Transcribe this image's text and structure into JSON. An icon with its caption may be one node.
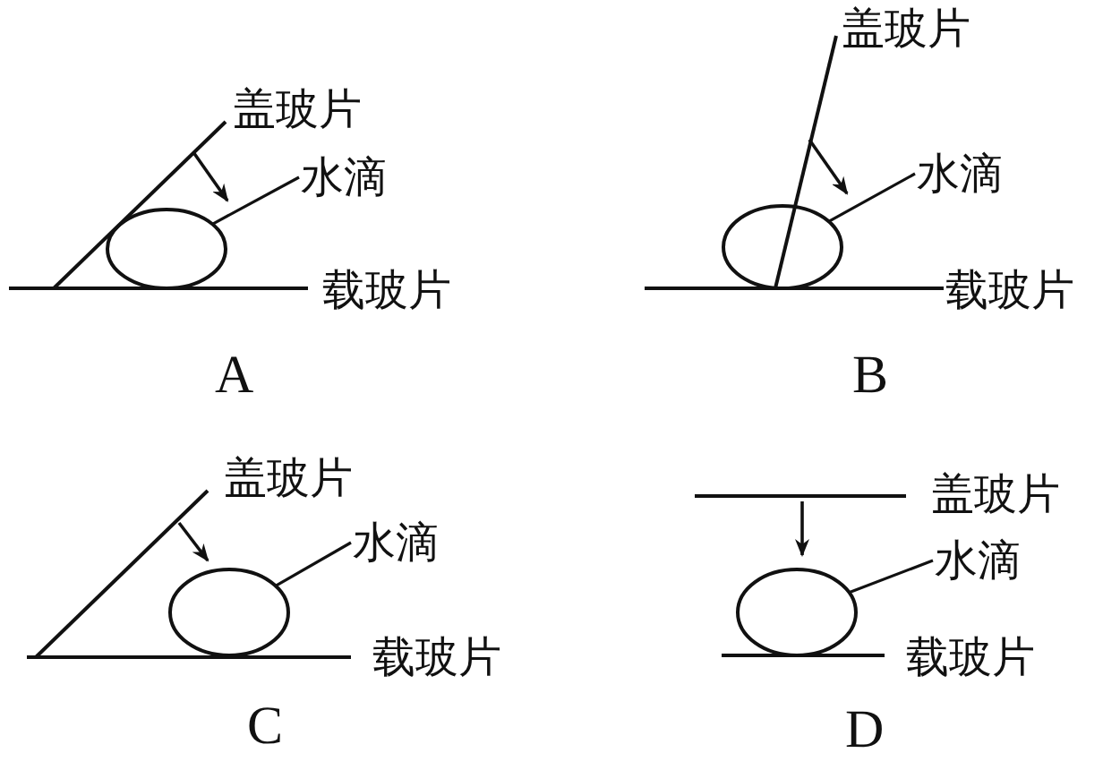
{
  "diagram": {
    "nodes": [
      {
        "text": [
          "水滴"
        ]
      },
      {
        "text": [],
        "shape": "circle"
      },
      {
        "text": [
          "水滴"
        ]
      },
      {
        "text": [],
        "shape": "circle"
      },
      {
        "text": [
          "水滴"
        ]
      },
      {
        "text": [],
        "shape": "circle"
      },
      {
        "text": [
          "水滴"
        ]
      },
      {
        "text": [],
        "shape": "circle"
      }
    ],
    "edges": [
      {
        "from": 0,
        "to": 1,
        "arrow": "none"
      },
      {
        "from": 2,
        "to": 3,
        "arrow": "none"
      },
      {
        "from": 4,
        "to": 5,
        "arrow": "none"
      },
      {
        "from": 6,
        "to": 7,
        "arrow": "none"
      }
    ],
    "labels": [
      "盖玻片",
      "载玻片",
      "A",
      "盖玻片",
      "载玻片",
      "B",
      "盖玻片",
      "载玻片",
      "C",
      "盖玻片",
      "载玻片",
      "D"
    ]
  }
}
